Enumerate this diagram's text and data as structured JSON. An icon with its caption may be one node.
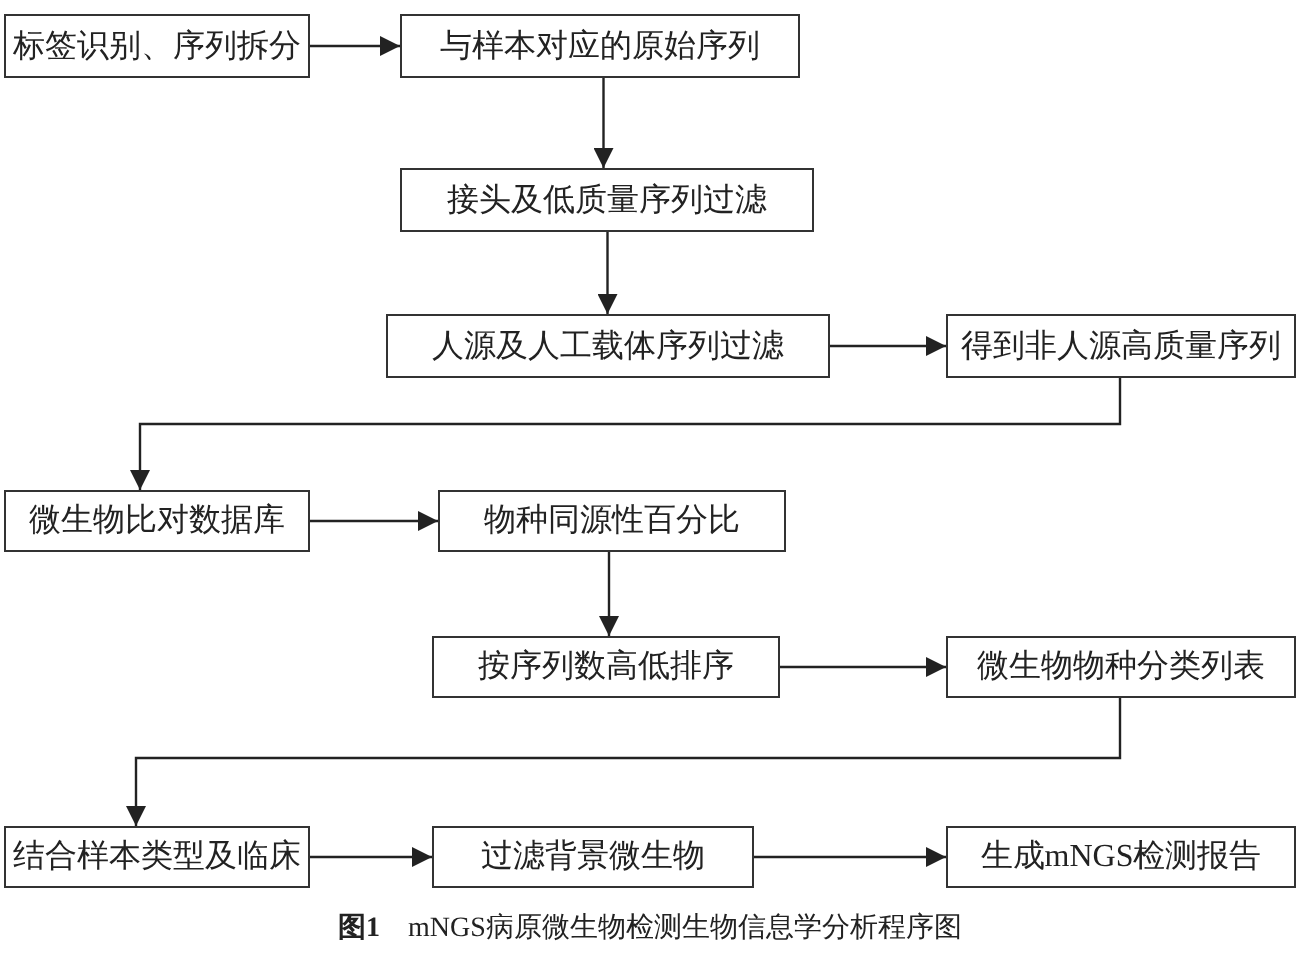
{
  "diagram": {
    "caption": "**图1**　mNGS病原微生物检测生物信息学分析程序图",
    "nodes": [
      {
        "text": [
          "标签识别、序列拆分"
        ]
      },
      {
        "text": [
          "与样本对应的原始序列"
        ]
      },
      {
        "text": [
          "接头及低质量序列过滤"
        ]
      },
      {
        "text": [
          "人源及人工载体序列过滤"
        ]
      },
      {
        "text": [
          "得到非人源高质量序列"
        ]
      },
      {
        "text": [
          "微生物比对数据库"
        ]
      },
      {
        "text": [
          "物种同源性百分比"
        ]
      },
      {
        "text": [
          "按序列数高低排序"
        ]
      },
      {
        "text": [
          "微生物物种分类列表"
        ]
      },
      {
        "text": [
          "结合样本类型及临床"
        ]
      },
      {
        "text": [
          "过滤背景微生物"
        ]
      },
      {
        "text": [
          "生成mNGS检测报告"
        ]
      }
    ],
    "edges": [
      {
        "from": 0,
        "to": 1,
        "arrow": "to"
      },
      {
        "from": 1,
        "to": 2,
        "arrow": "to"
      },
      {
        "from": 2,
        "to": 3,
        "arrow": "to"
      },
      {
        "from": 3,
        "to": 4,
        "arrow": "to"
      },
      {
        "from": 4,
        "to": 5,
        "arrow": "to"
      },
      {
        "from": 5,
        "to": 6,
        "arrow": "to"
      },
      {
        "from": 6,
        "to": 7,
        "arrow": "to"
      },
      {
        "from": 7,
        "to": 8,
        "arrow": "to"
      },
      {
        "from": 8,
        "to": 9,
        "arrow": "to"
      },
      {
        "from": 9,
        "to": 10,
        "arrow": "to"
      },
      {
        "from": 10,
        "to": 11,
        "arrow": "to"
      }
    ]
  }
}
